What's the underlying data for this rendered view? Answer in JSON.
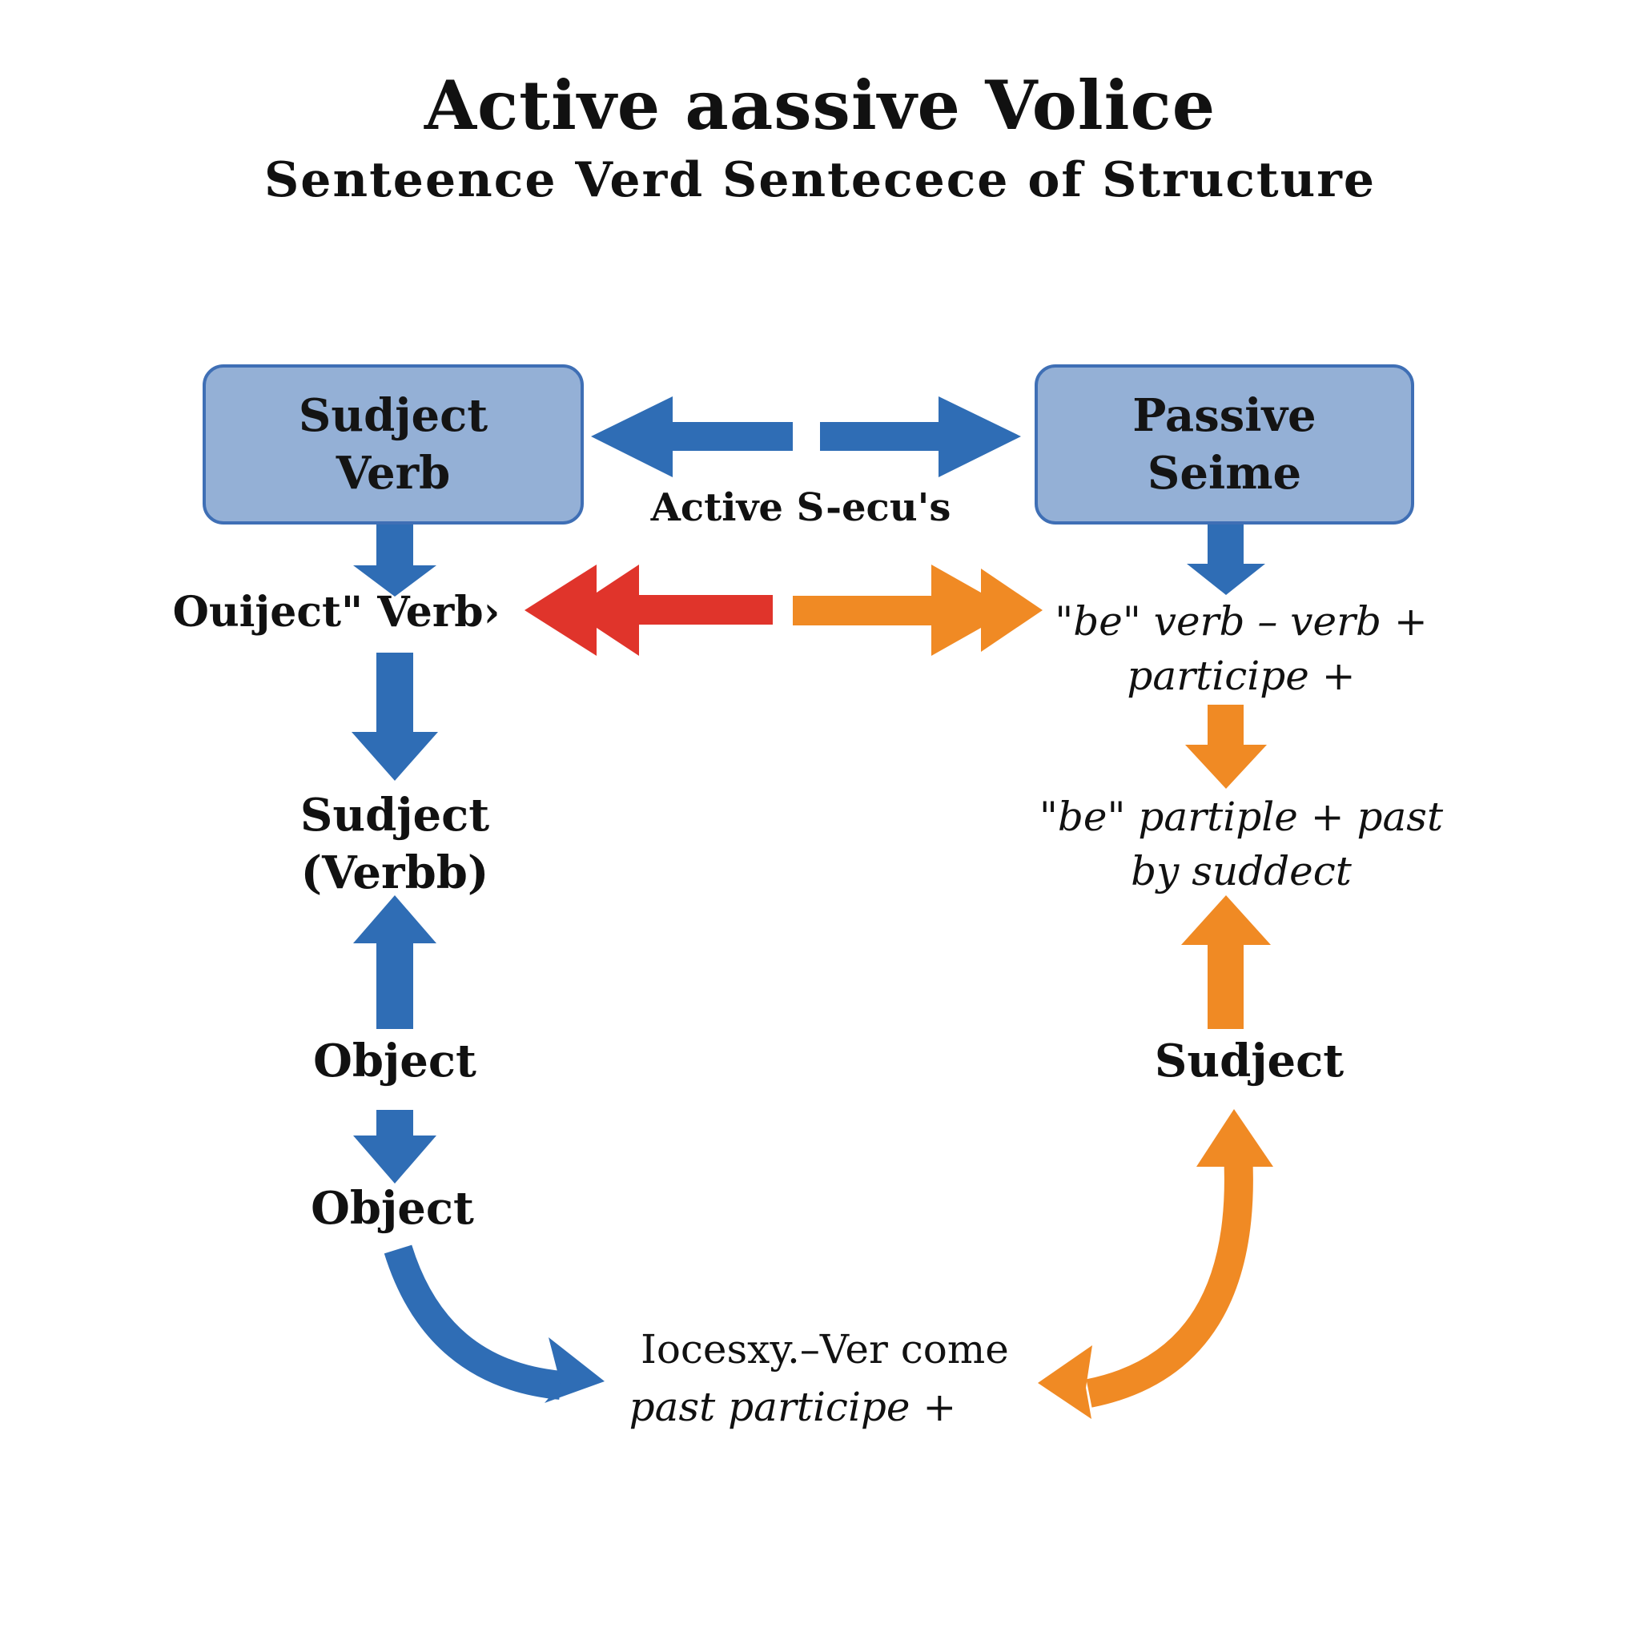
{
  "title": "Active aassive Volice",
  "subtitle": "Senteence Verd Sentecece of  Structure",
  "active_box": {
    "line1": "Sudject",
    "line2": "Verb"
  },
  "passive_box": {
    "line1": "Passive",
    "line2": "Seime"
  },
  "center_label": "Active S-ecu's",
  "left_column": {
    "row1": "Ouiject\"  Verb›",
    "row2_line1": "Sudject",
    "row2_line2": "(Verbb)",
    "row3": "Object",
    "row4": "Object"
  },
  "right_column": {
    "row1_line1": "\"be\" verb – verb +",
    "row1_line2": "participe +",
    "row2_line1": "\"be\" partiple + past",
    "row2_line2": "by suddect",
    "row3": "Sudject"
  },
  "bottom": {
    "line1": "Iocesxy.–Ver come",
    "line2": "past participe +"
  },
  "colors": {
    "blue": "#2f6db5",
    "orange": "#f08a24",
    "red": "#e0342b",
    "box_fill": "#94b0d6",
    "box_border": "#3f6fb5"
  }
}
